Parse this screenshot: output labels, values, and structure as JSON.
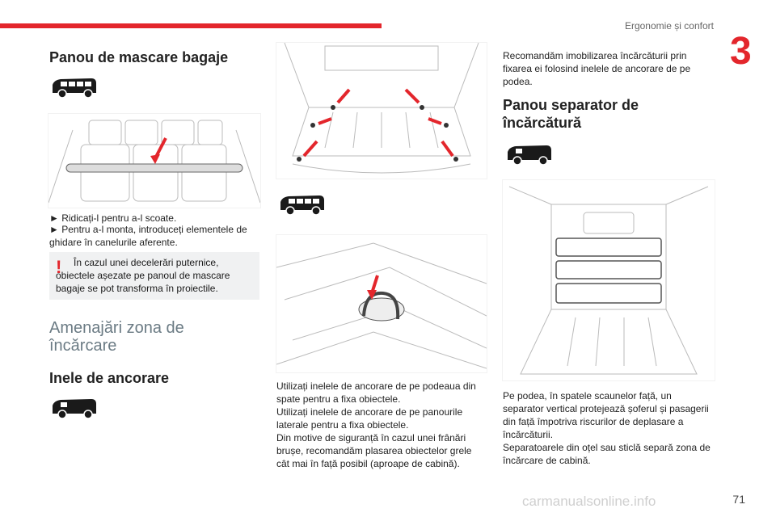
{
  "header": {
    "section": "Ergonomie și confort",
    "chapter": "3"
  },
  "col1": {
    "title": "Panou de mascare bagaje",
    "step1": "► Ridicați-l pentru a-l scoate.",
    "step2": "► Pentru a-l monta, introduceți elementele de ghidare în canelurile aferente.",
    "warning": "În cazul unei decelerări puternice, obiectele așezate pe panoul de mascare bagaje se pot transforma în proiectile.",
    "warning_icon": "!",
    "subheading": "Amenajări zona de încărcare",
    "title2": "Inele de ancorare"
  },
  "col2": {
    "text": "Utilizați inelele de ancorare de pe podeaua din spate pentru a fixa obiectele.\nUtilizați inelele de ancorare de pe panourile laterale pentru a fixa obiectele.\nDin motive de siguranță în cazul unei frânări brușe, recomandăm plasarea obiectelor grele cât mai în față posibil (aproape de cabină)."
  },
  "col3": {
    "intro": "Recomandăm imobilizarea încărcăturii prin fixarea ei folosind inelele de ancorare de pe podea.",
    "title": "Panou separator de încărcătură",
    "text": "Pe podea, în spatele scaunelor față, un separator vertical protejează șoferul și pasagerii din față împotriva riscurilor de deplasare a încărcăturii.\nSeparatoarele din oțel sau sticlă separă zona de încărcare de cabină."
  },
  "footer": {
    "page": "71",
    "watermark": "carmanualsonline.info"
  },
  "colors": {
    "accent": "#e3262c",
    "subheading": "#6b7b84"
  }
}
